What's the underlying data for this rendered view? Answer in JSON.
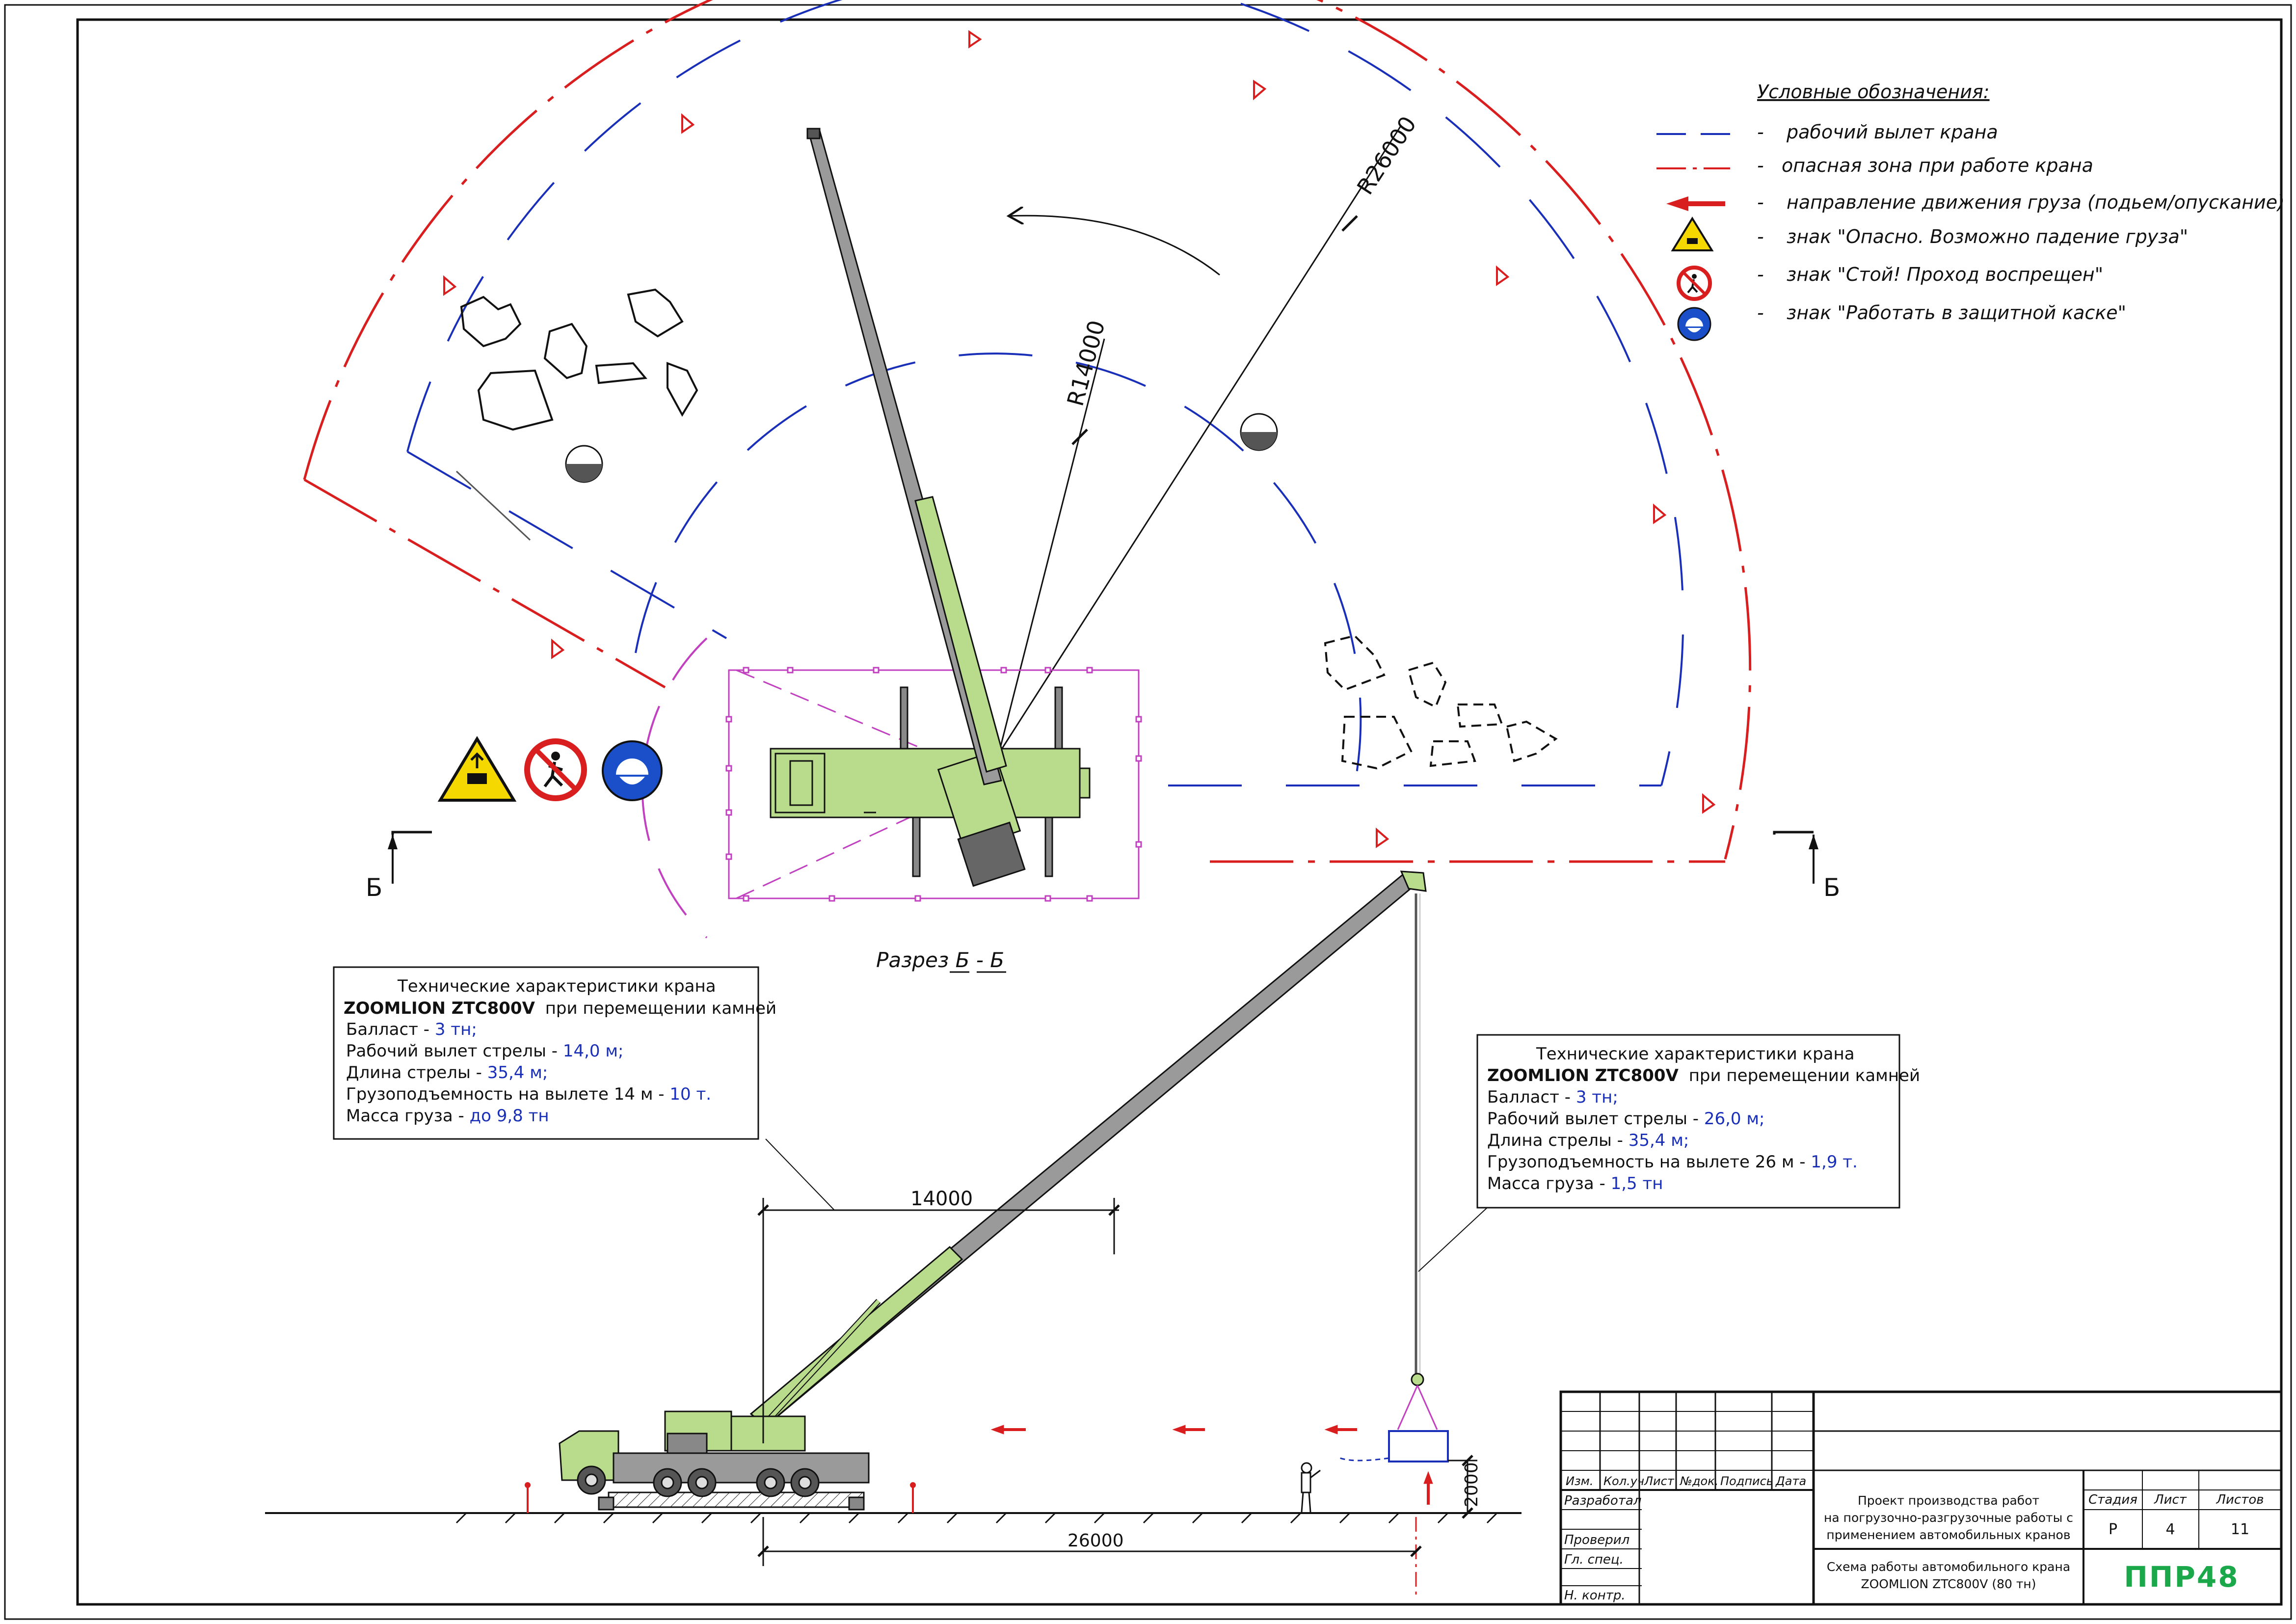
{
  "legend": {
    "title": "Условные обозначения:",
    "items": [
      {
        "icon": "blue-dash-line-icon",
        "text": "рабочий вылет крана"
      },
      {
        "icon": "red-dash-dot-line-icon",
        "text": "опасная зона при работе крана"
      },
      {
        "icon": "red-arrow-icon",
        "text": "направление движения груза (подьем/опускание)"
      },
      {
        "icon": "falling-load-warning-icon",
        "text": "знак \"Опасно. Возможно падение груза\""
      },
      {
        "icon": "no-pedestrian-icon",
        "text": "знак \"Стой! Проход воспрещен\""
      },
      {
        "icon": "hard-hat-mandatory-icon",
        "text": "знак \"Работать в защитной каске\""
      }
    ],
    "dash": "-"
  },
  "plan": {
    "radius_outer": "R26000",
    "radius_inner": "R14000",
    "section_letter": "Б"
  },
  "section": {
    "title": "Разрез Б - Б",
    "dim_reach": "14000",
    "dim_ground": "26000",
    "dim_height": "2000"
  },
  "spec_left": {
    "title": "Технические характеристики крана",
    "model": "ZOOMLION ZTC800V",
    "model_suffix": "при перемещении камней",
    "rows": [
      {
        "label": "Балласт - ",
        "value": "3 тн;"
      },
      {
        "label": "Рабочий вылет стрелы - ",
        "value": "14,0 м;"
      },
      {
        "label": "Длина стрелы - ",
        "value": "35,4 м;"
      },
      {
        "label": "Грузоподъемность на вылете 14 м - ",
        "value": "10 т."
      },
      {
        "label": "Масса груза - ",
        "value": "до 9,8 тн"
      }
    ]
  },
  "spec_right": {
    "title": "Технические характеристики крана",
    "model": "ZOOMLION ZTC800V",
    "model_suffix": "при перемещении камней",
    "rows": [
      {
        "label": "Балласт - ",
        "value": "3 тн;"
      },
      {
        "label": "Рабочий вылет стрелы - ",
        "value": "26,0 м;"
      },
      {
        "label": "Длина стрелы - ",
        "value": "35,4 м;"
      },
      {
        "label": "Грузоподъемность на вылете 26 м - ",
        "value": "1,9 т."
      },
      {
        "label": "Масса груза - ",
        "value": "1,5 тн"
      }
    ]
  },
  "title_block": {
    "col_headers": [
      "Изм.",
      "Кол.уч",
      "Лист",
      "№док.",
      "Подпись",
      "Дата"
    ],
    "roles": [
      "Разработал",
      "Проверил",
      "Гл. спец.",
      "Н. контр."
    ],
    "project_title_lines": [
      "Проект производства работ",
      "на погрузочно-разгрузочные работы с",
      "применением автомобильных кранов"
    ],
    "stage_header": "Стадия",
    "sheet_header": "Лист",
    "sheets_header": "Листов",
    "stage": "Р",
    "sheet": "4",
    "sheets": "11",
    "drawing_title_lines": [
      "Схема работы автомобильного крана",
      "ZOOMLION ZTC800V (80 тн)"
    ],
    "logo": "ППР48"
  },
  "colors": {
    "crane": "#b9dc8c",
    "boom_grey": "#9a9a9a",
    "working_zone": "#1a2fb8",
    "danger_zone": "#d81e1e",
    "stroke": "#111111",
    "outrigger_zone": "#c040c0",
    "logo": "#1aa84a"
  }
}
